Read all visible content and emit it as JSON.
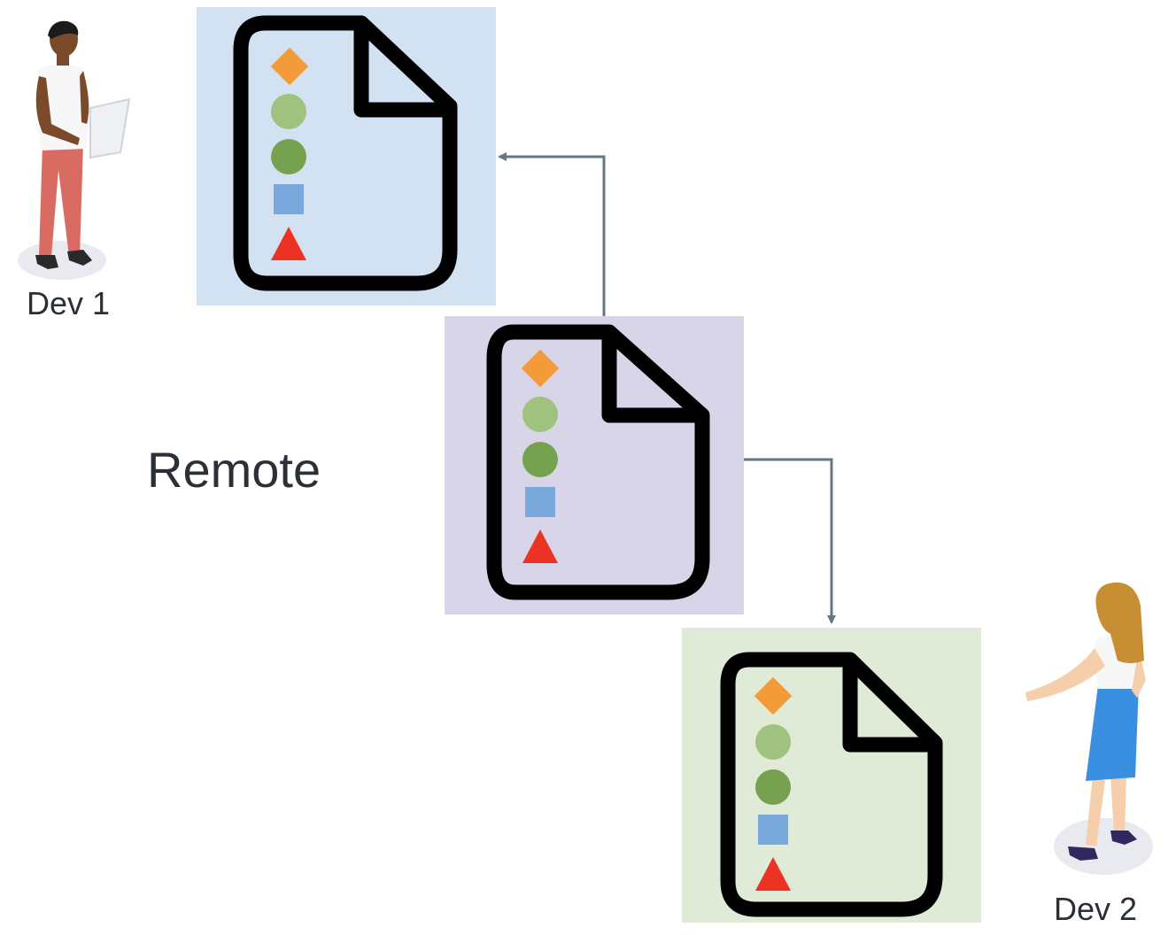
{
  "labels": {
    "dev1": "Dev 1",
    "dev2": "Dev 2",
    "remote": "Remote"
  },
  "colors": {
    "dev1_panel": "#d3e2f3",
    "remote_panel": "#d9d5e9",
    "dev2_panel": "#dfead7",
    "arrow": "#647883",
    "diamond": "#f29b38",
    "circle_light": "#9fc27f",
    "circle_dark": "#76a250",
    "square": "#79a9dc",
    "triangle": "#ec3323",
    "outline": "#000000"
  },
  "icons": {
    "document": "document-icon",
    "dev1": "person-with-laptop-icon",
    "dev2": "person-walking-icon"
  }
}
